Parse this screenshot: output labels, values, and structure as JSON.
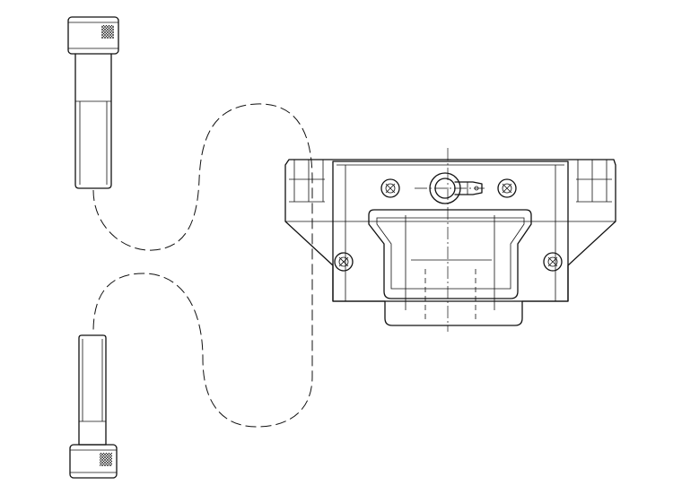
{
  "drawing": {
    "subject": "",
    "parts": {
      "top_bolt": "socket-head-cap-screw",
      "bottom_bolt": "socket-head-cap-screw",
      "block": "linear-guide-carriage-block",
      "fitting": "grease-nipple",
      "fasteners": [
        "cross-head-screw",
        "cross-head-screw",
        "cross-head-screw",
        "cross-head-screw"
      ]
    },
    "colors": {
      "line": "#111111",
      "background": "#ffffff"
    }
  }
}
